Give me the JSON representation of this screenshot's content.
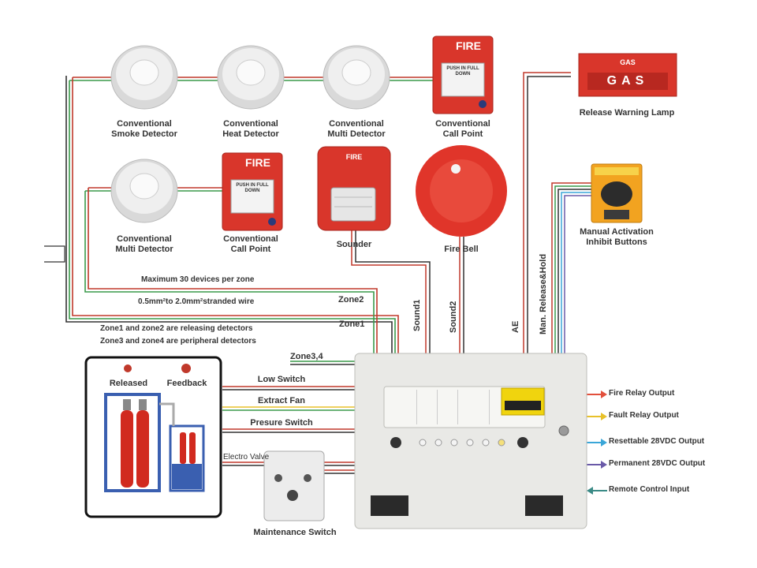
{
  "devices": {
    "smoke_detector": {
      "line1": "Conventional",
      "line2": "Smoke Detector"
    },
    "heat_detector": {
      "line1": "Conventional",
      "line2": "Heat Detector"
    },
    "multi_detector_top": {
      "line1": "Conventional",
      "line2": "Multi  Detector"
    },
    "call_point_top": {
      "line1": "Conventional",
      "line2": "Call Point",
      "sign": "FIRE",
      "push_text": "PUSH  IN  FULL DOWN"
    },
    "multi_detector_mid": {
      "line1": "Conventional",
      "line2": "Multi  Detector"
    },
    "call_point_mid": {
      "line1": "Conventional",
      "line2": "Call Point",
      "sign": "FIRE",
      "push_text": "PUSH IN  FULL DOWN"
    },
    "sounder": {
      "label": "Sounder",
      "sign": "FIRE"
    },
    "fire_bell": {
      "label": "Fire Bell"
    },
    "warning_lamp": {
      "label": "Release Warning Lamp",
      "sign_top": "GAS",
      "sign_main": "GAS"
    },
    "manual_buttons": {
      "line1": "Manual Activation",
      "line2": "Inhibit Buttons"
    },
    "maintenance_switch": {
      "label": "Maintenance Switch"
    }
  },
  "notes": {
    "max_devices": "Maximum 30 devices per zone",
    "wire": "0.5mm²to 2.0mm²stranded wire",
    "zone_note1": "Zone1  and  zone2  are releasing detectors",
    "zone_note2": "Zone3  and  zone4  are peripheral detectors"
  },
  "zones": {
    "zone2": "Zone2",
    "zone1": "Zone1",
    "zone34": "Zone3,4"
  },
  "vertical_labels": {
    "sound1": "Sound1",
    "sound2": "Sound2",
    "ae": "AE",
    "man_release": "Man. Release&Hold"
  },
  "inputs": {
    "low_switch": "Low Switch",
    "extract_fan": "Extract Fan",
    "pressure_switch": "Presure Switch",
    "electro_valve": "Electro Valve"
  },
  "extinguisher_box": {
    "released": "Released",
    "feedback": "Feedback"
  },
  "outputs": [
    {
      "label": "Fire Relay Output",
      "color": "#e2503c",
      "direction": "out"
    },
    {
      "label": "Fault Relay Output",
      "color": "#e8c12a",
      "direction": "out"
    },
    {
      "label": "Resettable 28VDC Output",
      "color": "#3aa6d8",
      "direction": "out"
    },
    {
      "label": "Permanent 28VDC  Output",
      "color": "#6a5aa8",
      "direction": "out"
    },
    {
      "label": "Remote Control Input",
      "color": "#3a8a86",
      "direction": "in"
    }
  ],
  "colors": {
    "wire_red": "#c0392b",
    "wire_green": "#3a9a4a",
    "wire_dark": "#333333",
    "device_red": "#d9362b",
    "panel": "#e9e9e6"
  }
}
